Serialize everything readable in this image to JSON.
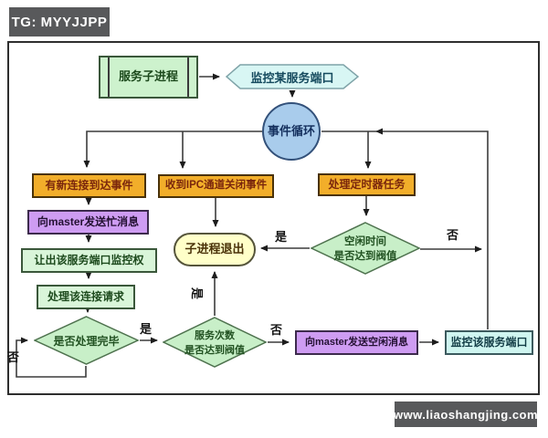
{
  "watermark_top": {
    "text": "TG: MYYJJPP"
  },
  "watermark_bottom": {
    "text": "www.liaoshangjing.com"
  },
  "colors": {
    "process_orange": "#F2AE2A",
    "process_purple": "#CE9CF2",
    "process_green": "#D9F5D9",
    "diamond_green": "#C8EFC8",
    "terminator_yellow": "#FFFFC9",
    "loop_blue": "#A9CCEC",
    "port_cyan": "#D8F6F4",
    "banner_gray": "#58595B"
  },
  "nodes": {
    "child_process": {
      "label": "服务子进程"
    },
    "monitor_some_port": {
      "label": "监控某服务端口"
    },
    "event_loop": {
      "label": "事件循环"
    },
    "new_connection_event": {
      "label": "有新连接到达事件"
    },
    "send_busy_to_master": {
      "label": "向master发送忙消息"
    },
    "yield_port_monitor": {
      "label": "让出该服务端口监控权"
    },
    "handle_connection": {
      "label": "处理该连接请求"
    },
    "is_done": {
      "label": "是否处理完毕"
    },
    "ipc_close_event": {
      "label": "收到IPC通道关闭事件"
    },
    "child_exit": {
      "label": "子进程退出"
    },
    "service_count_check": {
      "line1": "服务次数",
      "line2": "是否达到阀值"
    },
    "timer_task": {
      "label": "处理定时器任务"
    },
    "idle_time_check": {
      "line1": "空闲时间",
      "line2": "是否达到阀值"
    },
    "send_idle_to_master": {
      "label": "向master发送空闲消息"
    },
    "monitor_this_port": {
      "label": "监控该服务端口"
    }
  },
  "edge_labels": {
    "is_done_yes": "是",
    "is_done_no": "否",
    "service_count_yes": "是",
    "service_count_no": "否",
    "idle_yes": "是",
    "idle_no": "否"
  }
}
